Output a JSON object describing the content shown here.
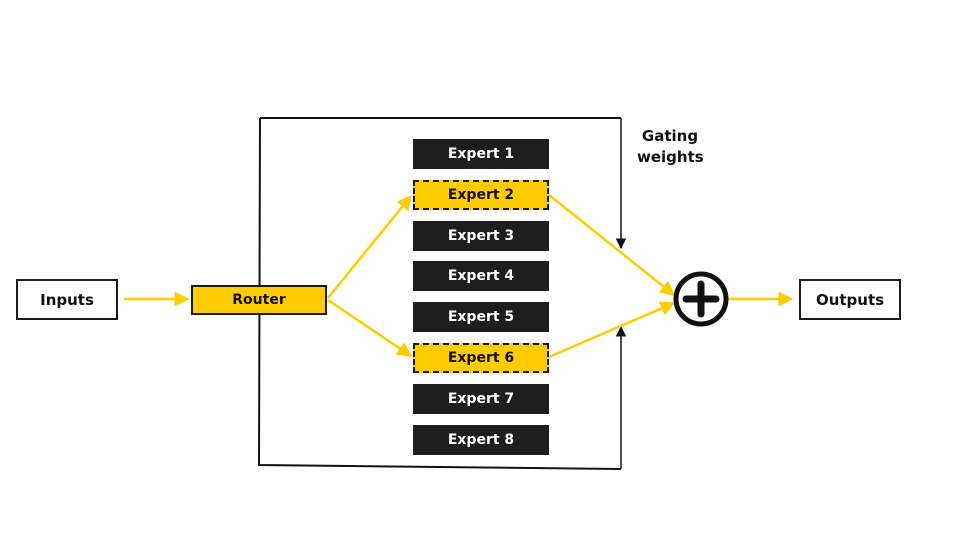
{
  "inputs_label": "Inputs",
  "router_label": "Router",
  "outputs_label": "Outputs",
  "gating_label": "Gating weights",
  "experts": [
    {
      "label": "Expert 1",
      "selected": false
    },
    {
      "label": "Expert 2",
      "selected": true
    },
    {
      "label": "Expert 3",
      "selected": false
    },
    {
      "label": "Expert 4",
      "selected": false
    },
    {
      "label": "Expert 5",
      "selected": false
    },
    {
      "label": "Expert 6",
      "selected": true
    },
    {
      "label": "Expert 7",
      "selected": false
    },
    {
      "label": "Expert 8",
      "selected": false
    }
  ],
  "combine_symbol": "plus-circle-icon",
  "colors": {
    "accent": "#ffcc00",
    "expert_fill": "#1e1e1e",
    "line": "#111111"
  }
}
